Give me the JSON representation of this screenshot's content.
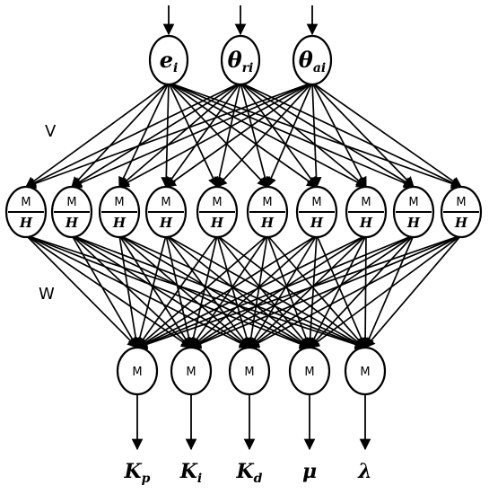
{
  "layer_labels": {
    "v": "V",
    "w": "W"
  },
  "inputs": [
    {
      "base": "e",
      "sub": "i"
    },
    {
      "base": "θ",
      "sub": "ri"
    },
    {
      "base": "θ",
      "sub": "ai"
    }
  ],
  "hidden_count": 10,
  "hidden_glyph_top": "M",
  "hidden_glyph_bottom": "H",
  "output_glyph": "M",
  "outputs": [
    {
      "base": "K",
      "sub": "p"
    },
    {
      "base": "K",
      "sub": "i"
    },
    {
      "base": "K",
      "sub": "d"
    },
    {
      "base": "μ",
      "sub": ""
    },
    {
      "base": "λ",
      "sub": ""
    }
  ]
}
